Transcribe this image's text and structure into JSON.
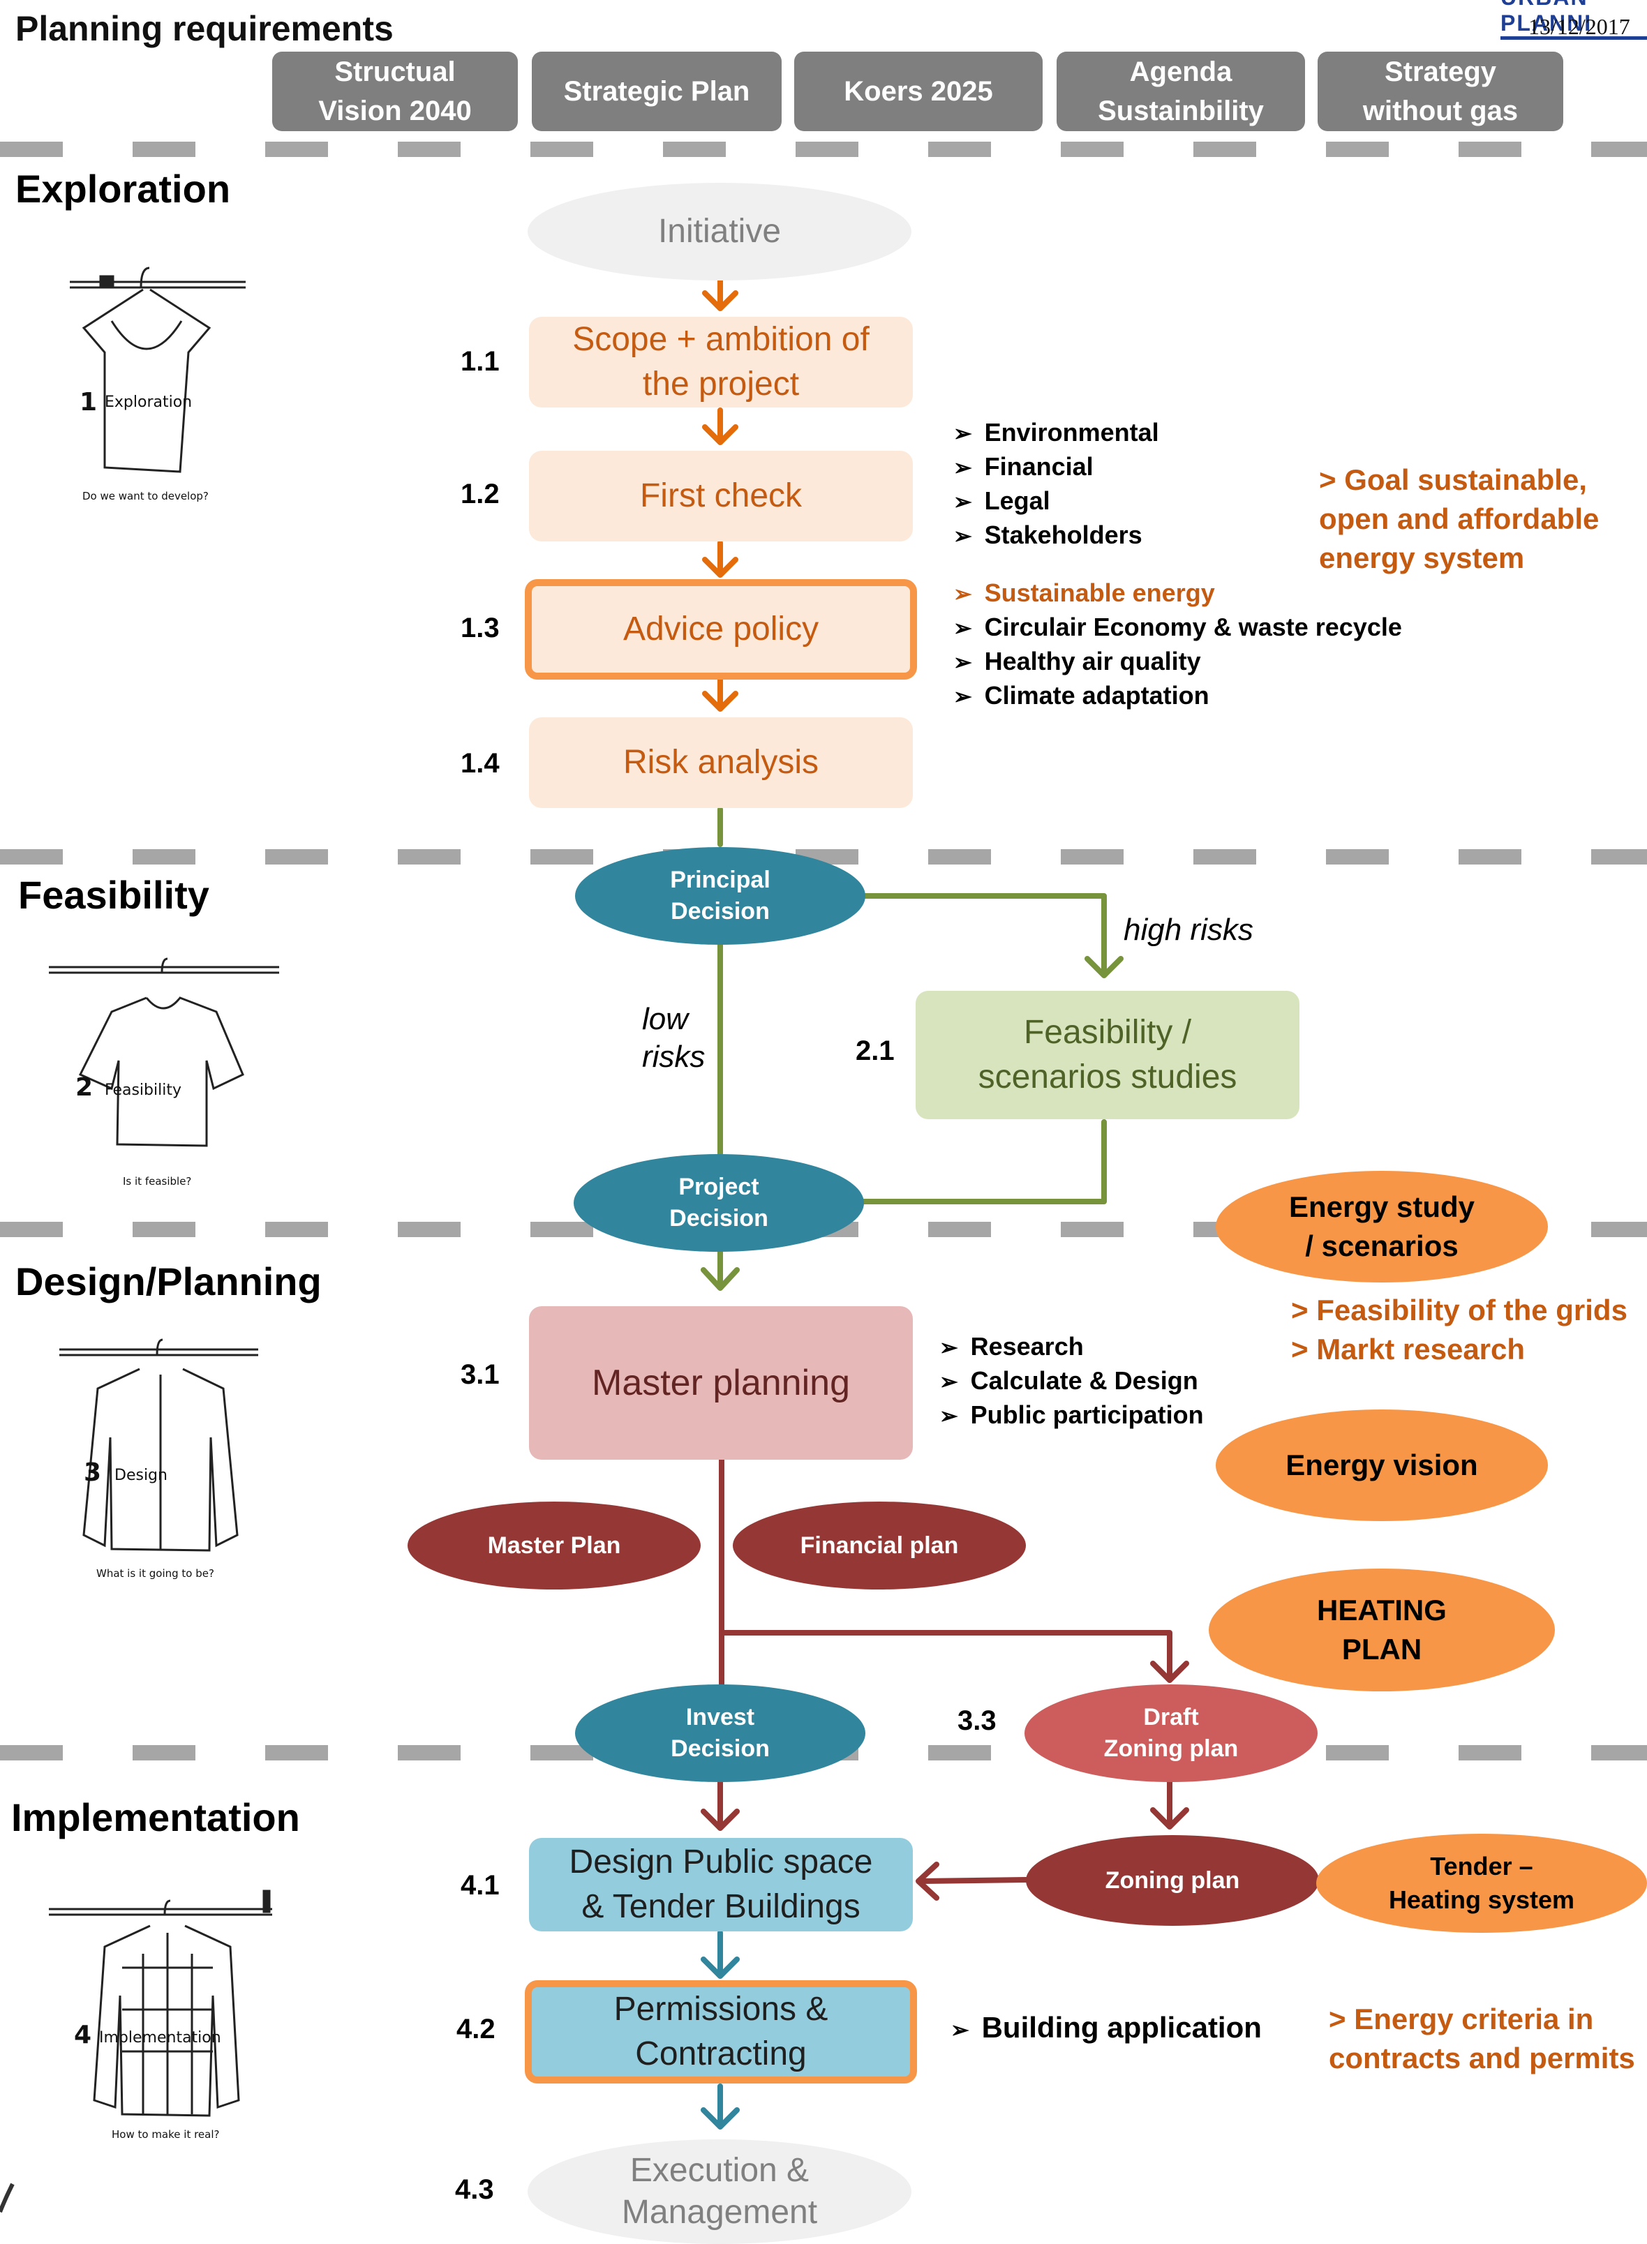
{
  "header": {
    "title": "Planning requirements",
    "logo_text": "URBAN PLANNI",
    "date": "13/12/2017"
  },
  "policy_tabs": [
    "Structual\nVision 2040",
    "Strategic Plan",
    "Koers 2025",
    "Agenda\nSustainbility",
    "Strategy\nwithout gas"
  ],
  "phases": {
    "exploration": {
      "title": "Exploration",
      "illustration_number": "1",
      "illustration_label": "Exploration",
      "caption": "Do we want to develop?"
    },
    "feasibility": {
      "title": "Feasibility",
      "illustration_number": "2",
      "illustration_label": "Feasibility",
      "caption": "Is it feasible?"
    },
    "design": {
      "title": "Design/Planning",
      "illustration_number": "3",
      "illustration_label": "Design",
      "caption": "What is it going to be?"
    },
    "implementation": {
      "title": "Implementation",
      "illustration_number": "4",
      "illustration_label": "Implementation",
      "caption": "How to make it real?"
    }
  },
  "steps": {
    "initiative": "Initiative",
    "s1_1": {
      "num": "1.1",
      "label": "Scope + ambition of\nthe project"
    },
    "s1_2": {
      "num": "1.2",
      "label": "First check"
    },
    "s1_3": {
      "num": "1.3",
      "label": "Advice policy"
    },
    "s1_4": {
      "num": "1.4",
      "label": "Risk analysis"
    },
    "s2_1": {
      "num": "2.1",
      "label": "Feasibility /\nscenarios studies"
    },
    "s3_1": {
      "num": "3.1",
      "label": "Master planning"
    },
    "s3_3": {
      "num": "3.3"
    },
    "s4_1": {
      "num": "4.1",
      "label": "Design Public space\n& Tender Buildings"
    },
    "s4_2": {
      "num": "4.2",
      "label": "Permissions &\nContracting"
    },
    "s4_3": {
      "num": "4.3",
      "label": "Execution &\nManagement"
    }
  },
  "decisions": {
    "principal": "Principal\nDecision",
    "project": "Project\nDecision",
    "invest": "Invest\nDecision"
  },
  "branch_labels": {
    "high_risks": "high risks",
    "low_risks": "low\nrisks"
  },
  "check_list": [
    "Environmental",
    "Financial",
    "Legal",
    "Stakeholders"
  ],
  "policy_list": [
    "Sustainable energy",
    "Circulair Economy & waste recycle",
    "Healthy air quality",
    "Climate adaptation"
  ],
  "planning_list": [
    "Research",
    "Calculate & Design",
    "Public participation"
  ],
  "implementation_list": [
    "Building application"
  ],
  "outputs": {
    "master_plan": "Master Plan",
    "financial_plan": "Financial plan",
    "draft_zoning": "Draft\nZoning plan",
    "zoning": "Zoning plan"
  },
  "energy": {
    "study": "Energy study\n/ scenarios",
    "vision": "Energy vision",
    "heating": "HEATING\nPLAN",
    "tender": "Tender –\nHeating system"
  },
  "notes": {
    "goal": "> Goal sustainable,\nopen and affordable\nenergy system",
    "grids": "> Feasibility of the grids\n> Markt research",
    "criteria": "> Energy criteria in\ncontracts and permits"
  },
  "colors": {
    "orange_arrow": "#e46c0a",
    "green_line": "#77933c",
    "maroon_line": "#953735",
    "teal_line": "#31859c",
    "dash": "#a6a6a6"
  }
}
